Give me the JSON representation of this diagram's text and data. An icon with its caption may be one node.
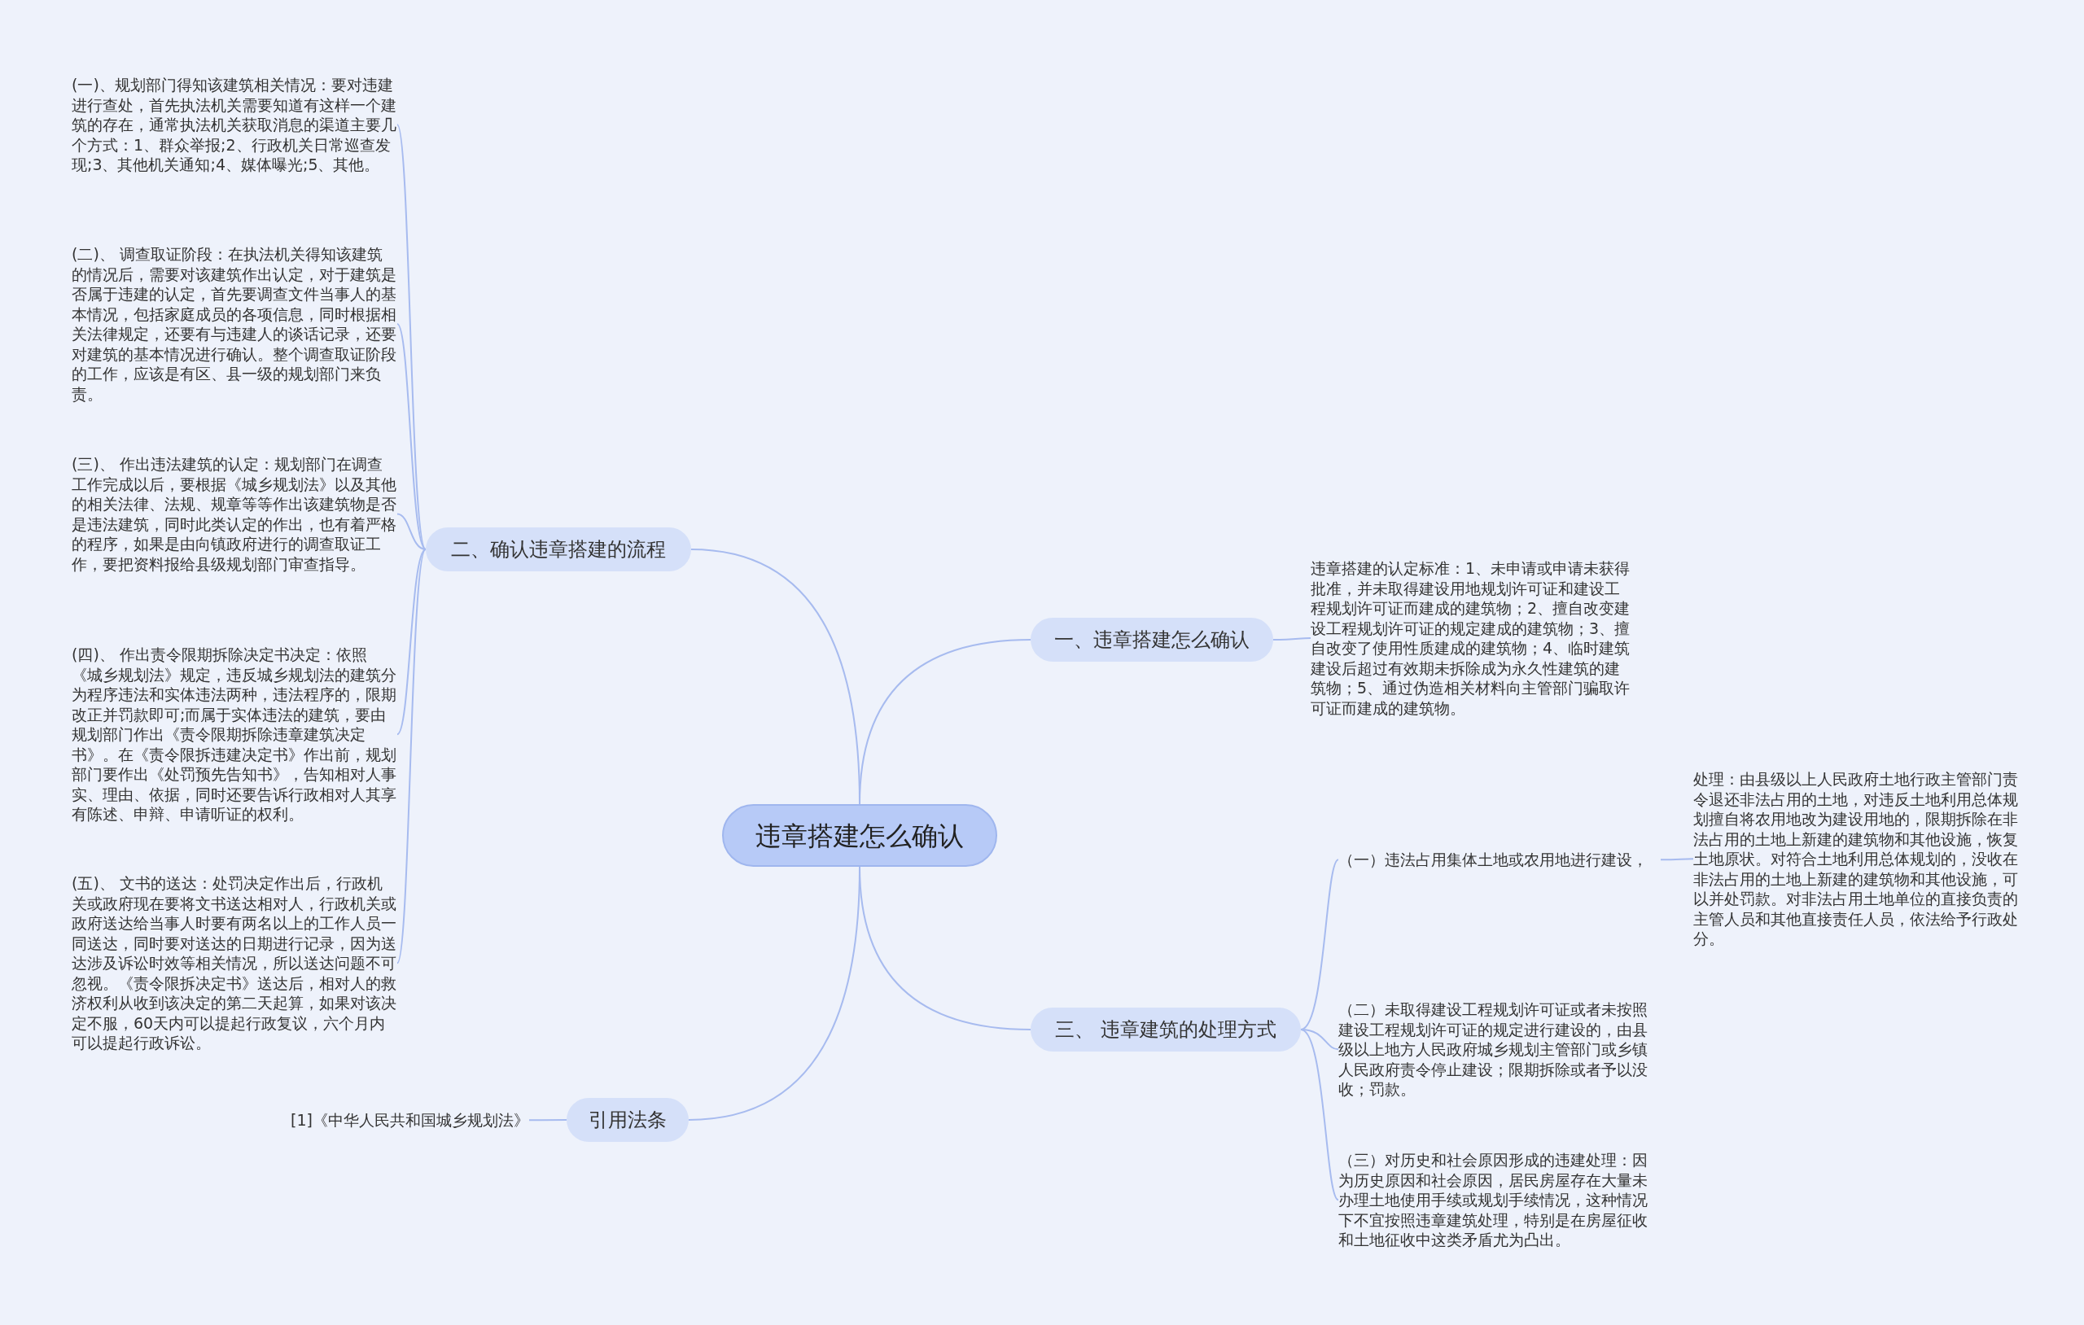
{
  "diagram": {
    "nodes": [
      {
        "text": [
          "违章搭建怎么确认"
        ]
      },
      {
        "text": [
          "一、违章搭建怎么确认"
        ]
      },
      {
        "text": [
          "违章搭建的认定标准：1、未申请或申请未获得批准，并未取得建设用地规划许可证和建设工程规划许可证而建成的建筑物；2、擅自改变建设工程规划许可证的规定建成的建筑物；3、擅自改变了使用性质建成的建筑物；4、临时建筑建设后超过有效期未拆除成为永久性建筑的建筑物；5、通过伪造相关材料向主管部门骗取许可证而建成的建筑物。"
        ]
      },
      {
        "text": [
          "二、确认违章搭建的流程"
        ]
      },
      {
        "text": [
          "(一)、规划部门得知该建筑相关情况：要对违建进行查处，首先执法机关需要知道有这样一个建筑的存在，通常执法机关获取消息的渠道主要几个方式：1、群众举报;2、行政机关日常巡查发现;3、其他机关通知;4、媒体曝光;5、其他。"
        ]
      },
      {
        "text": [
          "(二)、 调查取证阶段：在执法机关得知该建筑的情况后，需要对该建筑作出认定，对于建筑是否属于违建的认定，首先要调查文件当事人的基本情况，包括家庭成员的各项信息，同时根据相关法律规定，还要有与违建人的谈话记录，还要对建筑的基本情况进行确认。整个调查取证阶段的工作，应该是有区、县一级的规划部门来负责。"
        ]
      },
      {
        "text": [
          "(三)、 作出违法建筑的认定：规划部门在调查工作完成以后，要根据《城乡规划法》以及其他的相关法律、法规、规章等等作出该建筑物是否是违法建筑，同时此类认定的作出，也有着严格的程序，如果是由向镇政府进行的调查取证工作，要把资料报给县级规划部门审查指导。"
        ]
      },
      {
        "text": [
          "(四)、 作出责令限期拆除决定书决定：依照《城乡规划法》规定，违反城乡规划法的建筑分为程序违法和实体违法两种，违法程序的，限期改正并罚款即可;而属于实体违法的建筑，要由规划部门作出《责令限期拆除违章建筑决定书》。在《责令限拆违建决定书》作出前，规划部门要作出《处罚预先告知书》，告知相对人事实、理由、依据，同时还要告诉行政相对人其享有陈述、申辩、申请听证的权利。"
        ]
      },
      {
        "text": [
          "(五)、 文书的送达：处罚决定作出后，行政机关或政府现在要将文书送达相对人，行政机关或政府送达给当事人时要有两名以上的工作人员一同送达，同时要对送达的日期进行记录，因为送达涉及诉讼时效等相关情况，所以送达问题不可忽视。《责令限拆决定书》送达后，相对人的救济权利从收到该决定的第二天起算，如果对该决定不服，60天内可以提起行政复议，六个月内可以提起行政诉讼。"
        ]
      },
      {
        "text": [
          "三、 违章建筑的处理方式"
        ]
      },
      {
        "text": [
          "（一）违法占用集体土地或农用地进行建设，"
        ]
      },
      {
        "text": [
          "处理：由县级以上人民政府土地行政主管部门责令退还非法占用的土地，对违反土地利用总体规划擅自将农用地改为建设用地的，限期拆除在非法占用的土地上新建的建筑物和其他设施，恢复土地原状。对符合土地利用总体规划的，没收在非法占用的土地上新建的建筑物和其他设施，可以并处罚款。对非法占用土地单位的直接负责的主管人员和其他直接责任人员，依法给予行政处分。"
        ]
      },
      {
        "text": [
          "（二）未取得建设工程规划许可证或者未按照建设工程规划许可证的规定进行建设的，由县级以上地方人民政府城乡规划主管部门或乡镇人民政府责令停止建设；限期拆除或者予以没收；罚款。"
        ]
      },
      {
        "text": [
          "（三）对历史和社会原因形成的违建处理：因为历史原因和社会原因，居民房屋存在大量未办理土地使用手续或规划手续情况，这种情况下不宜按照违章建筑处理，特别是在房屋征收和土地征收中这类矛盾尤为凸出。"
        ]
      },
      {
        "text": [
          "引用法条"
        ]
      },
      {
        "text": [
          "[1]《中华人民共和国城乡规划法》"
        ]
      }
    ],
    "edges": [
      {
        "from": 0,
        "to": 1,
        "arrow": "none"
      },
      {
        "from": 1,
        "to": 2,
        "arrow": "none"
      },
      {
        "from": 0,
        "to": 3,
        "arrow": "none"
      },
      {
        "from": 3,
        "to": 4,
        "arrow": "none"
      },
      {
        "from": 3,
        "to": 5,
        "arrow": "none"
      },
      {
        "from": 3,
        "to": 6,
        "arrow": "none"
      },
      {
        "from": 3,
        "to": 7,
        "arrow": "none"
      },
      {
        "from": 3,
        "to": 8,
        "arrow": "none"
      },
      {
        "from": 0,
        "to": 9,
        "arrow": "none"
      },
      {
        "from": 9,
        "to": 10,
        "arrow": "none"
      },
      {
        "from": 10,
        "to": 11,
        "arrow": "none"
      },
      {
        "from": 9,
        "to": 12,
        "arrow": "none"
      },
      {
        "from": 9,
        "to": 13,
        "arrow": "none"
      },
      {
        "from": 0,
        "to": 14,
        "arrow": "none"
      },
      {
        "from": 14,
        "to": 15,
        "arrow": "none"
      }
    ]
  }
}
